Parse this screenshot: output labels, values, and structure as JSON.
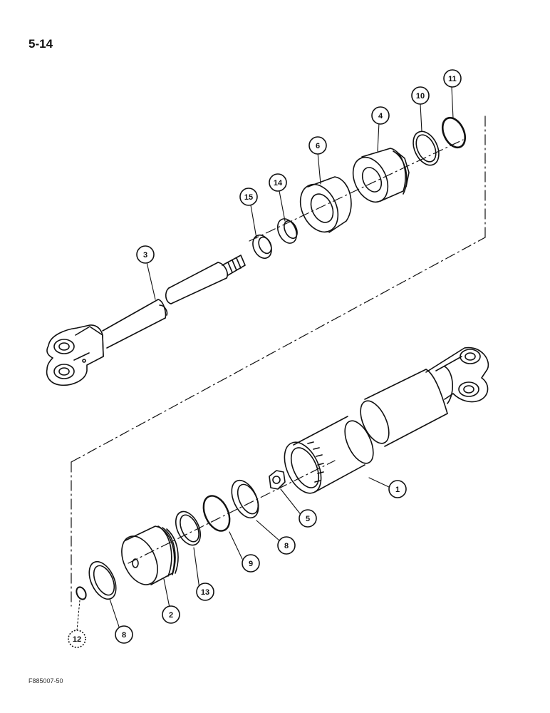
{
  "page": {
    "page_number": "5-14",
    "figure_code": "F885007-50"
  },
  "callouts": [
    {
      "id": "c1",
      "label": "1"
    },
    {
      "id": "c2",
      "label": "2"
    },
    {
      "id": "c3",
      "label": "3"
    },
    {
      "id": "c4",
      "label": "4"
    },
    {
      "id": "c5",
      "label": "5"
    },
    {
      "id": "c6",
      "label": "6"
    },
    {
      "id": "c8a",
      "label": "8"
    },
    {
      "id": "c8b",
      "label": "8"
    },
    {
      "id": "c9",
      "label": "9"
    },
    {
      "id": "c10",
      "label": "10"
    },
    {
      "id": "c11",
      "label": "11"
    },
    {
      "id": "c12",
      "label": "12"
    },
    {
      "id": "c13",
      "label": "13"
    },
    {
      "id": "c14",
      "label": "14"
    },
    {
      "id": "c15",
      "label": "15"
    }
  ]
}
